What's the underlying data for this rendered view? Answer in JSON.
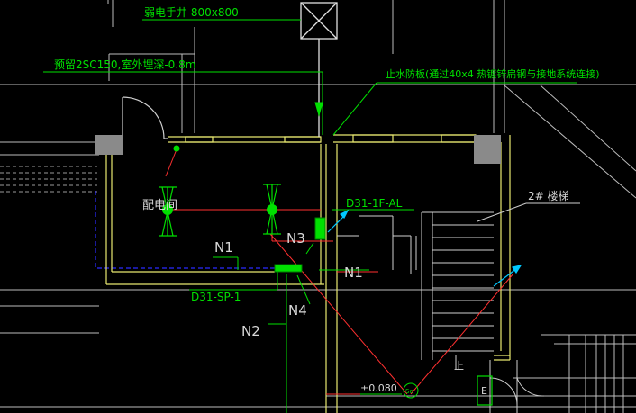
{
  "drawing": {
    "label_handhole": "弱电手井 800x800",
    "label_conduit": "预留2SC150,室外埋深-0.8m",
    "label_waterstop": "止水防板(通过40x4 热镀锌扁钢与接地系统连接)",
    "label_room": "配电间",
    "label_d31_1f": "D31-1F-AL",
    "label_d31_sp": "D31-SP-1",
    "label_n1_left": "N1",
    "label_n1_right": "N1",
    "label_n2": "N2",
    "label_n3": "N3",
    "label_n4": "N4",
    "label_stair": "2# 楼梯",
    "label_elevation": "±0.080",
    "label_up": "上",
    "label_e_box": "E",
    "label_se": "Se"
  },
  "colors": {
    "background": "#000000",
    "text_green": "#00e000",
    "wall_yellow": "#e8e870",
    "wire_red": "#ff3030",
    "outline_white": "#cfcfcf",
    "dashed_blue": "#2020ff",
    "cyan_arrow": "#00c8ff",
    "column_gray": "#8a8a8a"
  }
}
